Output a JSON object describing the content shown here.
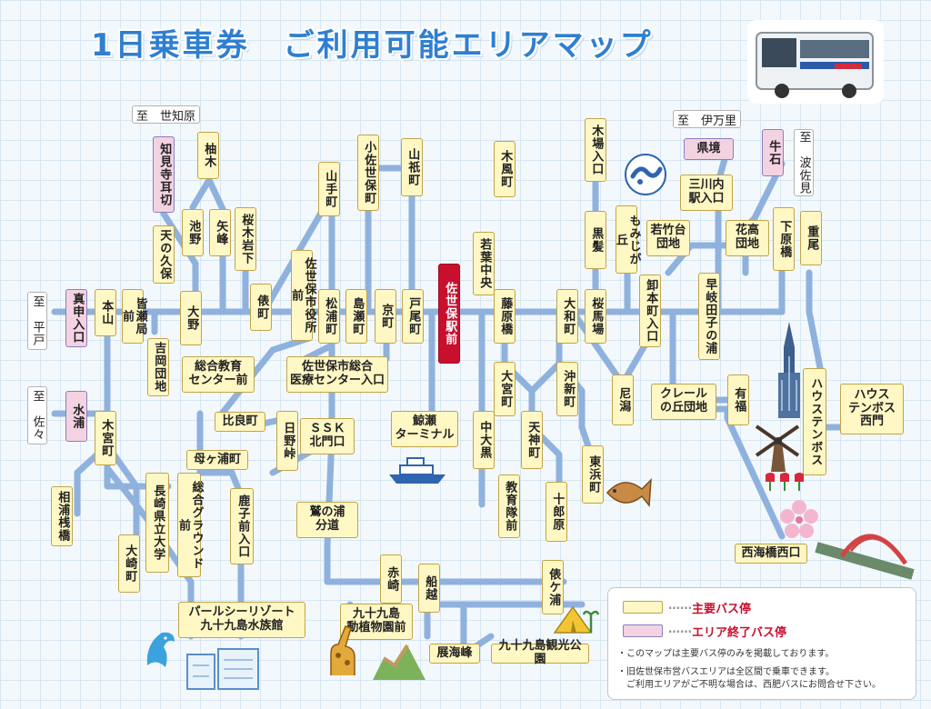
{
  "title": "1日乗車券　ご利用可能エリアマップ",
  "colors": {
    "route_line": "#8fb1dd",
    "stop_fill": "#fff7c4",
    "terminal_fill": "#f3d2e2",
    "major_station_fill": "#c8102e",
    "title_color": "#2f7fd0"
  },
  "destinations": {
    "sechibaru": "至　世知原",
    "imari": "至　伊万里",
    "hasami": "至　波佐見",
    "hirado": "至　平戸",
    "saza": "至　佐々"
  },
  "stops": {
    "chimijiji": "知見寺耳切",
    "yuzuki": "柚木",
    "amanokubo": "天の久保",
    "ikeno": "池野",
    "yamine": "矢峰",
    "sakuragi": "桜木岩下",
    "tawaramachi": "俵町",
    "shiyakusho": "佐世保市役所前",
    "yamatemachi": "山手町",
    "kosasebocho": "小佐世保町",
    "yamanota": "山祇町",
    "matsuuracho": "松浦町",
    "shimasecho": "島瀬町",
    "kyomachi": "京町",
    "tobio": "戸尾町",
    "sasebo_station": "佐世保駅前",
    "kazakashira": "木風町",
    "wakaba": "若葉中央",
    "fujiwara": "藤原橋",
    "kobaguchi": "木場入口",
    "kuroge": "黒髪",
    "momiji": "もみじが丘",
    "yamato": "大和町",
    "sakurababa": "桜馬場",
    "oroshimoto": "卸本町入口",
    "wakatake": "若竹台\n団地",
    "hanataka": "花高\n団地",
    "shimohara": "下原橋",
    "shigeo": "重尾",
    "kenkyo": "県境",
    "mikawachi": "三川内\n駅入口",
    "ushiishi": "牛石",
    "hayagi": "早岐田子の浦",
    "shinchu": "真申入口",
    "motoyama": "本山",
    "minase": "皆瀬局前",
    "yoshioka": "吉岡団地",
    "ono": "大野",
    "sogo_kyoiku": "総合教育\nセンター前",
    "iryo": "佐世保市総合\n医療センター入口",
    "miyazu": "大宮町",
    "okishin": "沖新町",
    "nigata": "尼潟",
    "creel": "クレール\nの丘団地",
    "arita": "有福",
    "huis": "ハウステンボス",
    "huis_west": "ハウス\nテンボス\n西門",
    "mizuura": "水浦",
    "kimiya": "木宮町",
    "hiracho": "比良町",
    "hinohashi": "日野峠",
    "ssk": "ＳＳＫ\n北門口",
    "kujira": "鯨瀬\nターミナル",
    "nakaoguro": "中大黒",
    "tenjin": "天神町",
    "higashihama": "東浜町",
    "hahagaura": "母ヶ浦町",
    "aiura": "相浦桟橋",
    "nagasaki_univ": "長崎県立大学",
    "sogo_ground": "総合グラウンド前",
    "kashimae": "鹿子前入口",
    "wasinoura": "鷲の浦\n分道",
    "kyoikutai": "教育隊前",
    "jujibara": "十郎原",
    "osaki": "大崎町",
    "akasaki": "赤崎",
    "funakoshi": "船越",
    "kashiwa": "俵ケ浦",
    "nishikaikyo": "西海橋西口",
    "pearl": "パールシーリゾート\n九十九島水族館",
    "zoo": "九十九島\n動植物園前",
    "tenkaiho": "展海峰",
    "kanko": "九十九島観光公園"
  },
  "legend": {
    "major_label": "主要バス停",
    "terminal_label": "エリア終了バス停",
    "dots": "……",
    "note1": "・このマップは主要バス停のみを掲載しております。",
    "note2": "・旧佐世保市営バスエリアは全区間で乗車できます。\n　ご利用エリアがご不明な場合は、西肥バスにお問合せ下さい。"
  },
  "icons": [
    "bus-photo",
    "city-emblem-icon",
    "dolphin-icon",
    "aquarium-building-icon",
    "ferry-icon",
    "fish-icon",
    "giraffe-icon",
    "great-wall-icon",
    "tent-icon",
    "tower-icon",
    "windmill-icon",
    "tulip-icon",
    "cherry-blossom-icon",
    "bridge-icon"
  ]
}
